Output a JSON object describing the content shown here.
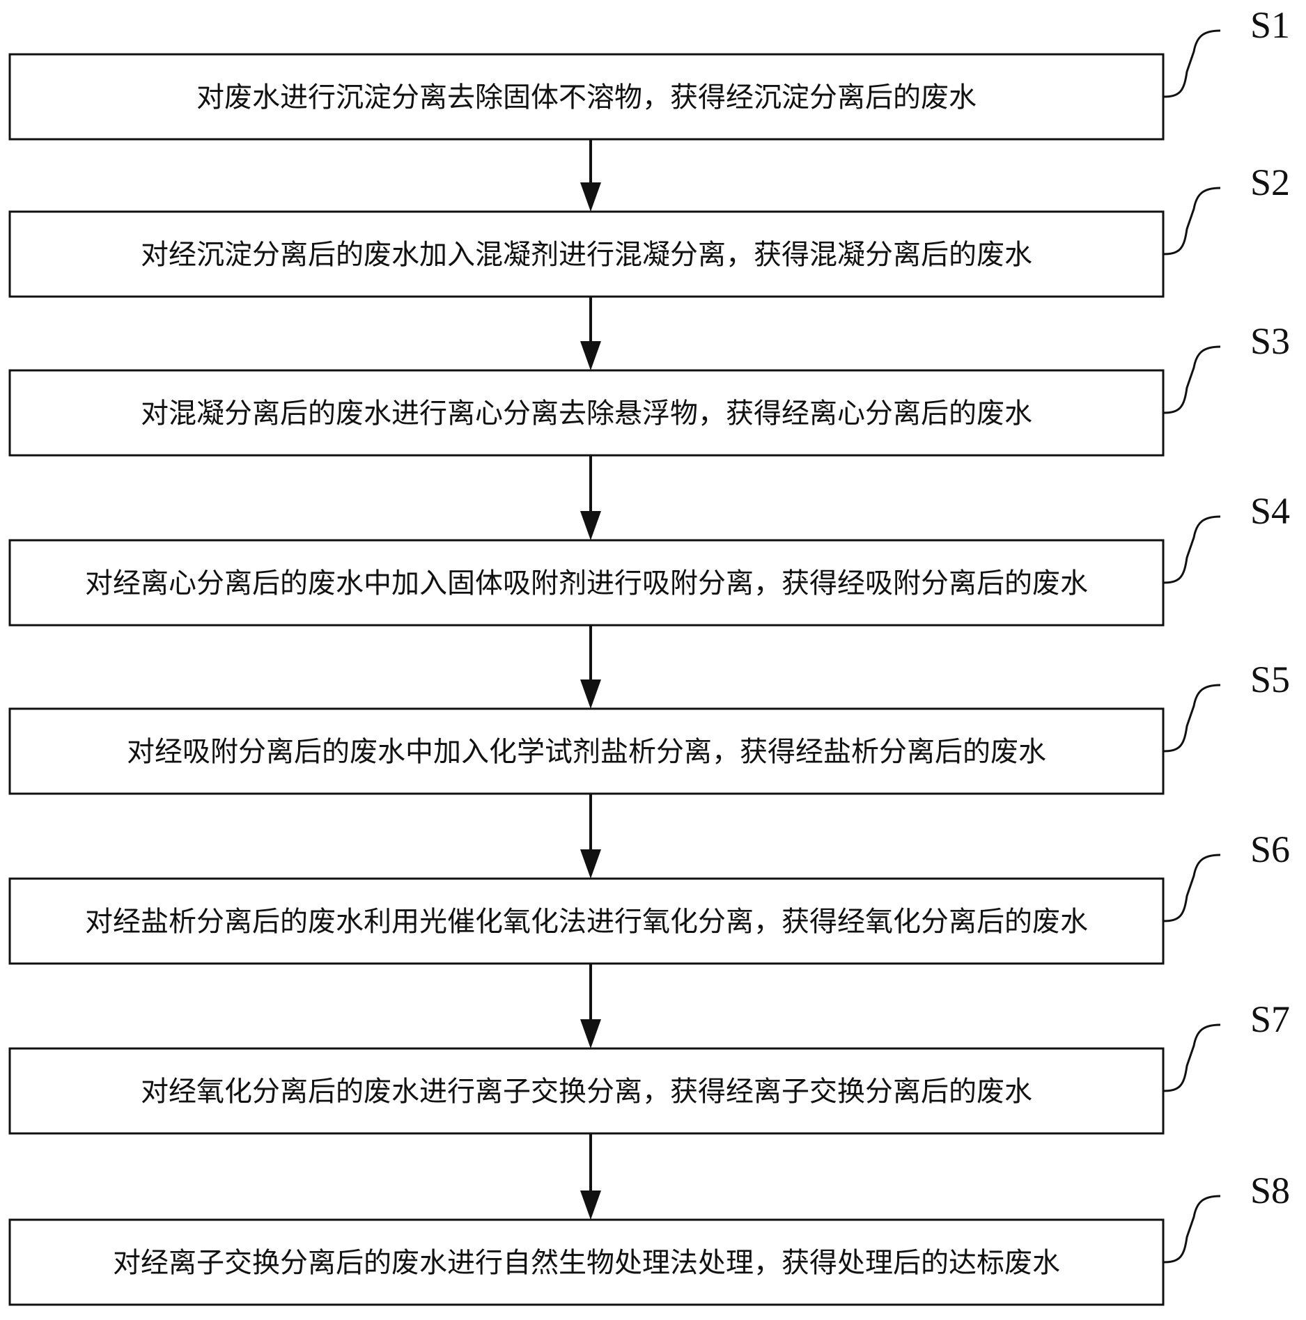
{
  "flowchart": {
    "steps": [
      {
        "label": "S1",
        "text": "对废水进行沉淀分离去除固体不溶物，获得经沉淀分离后的废水"
      },
      {
        "label": "S2",
        "text": "对经沉淀分离后的废水加入混凝剂进行混凝分离，获得混凝分离后的废水"
      },
      {
        "label": "S3",
        "text": "对混凝分离后的废水进行离心分离去除悬浮物，获得经离心分离后的废水"
      },
      {
        "label": "S4",
        "text": "对经离心分离后的废水中加入固体吸附剂进行吸附分离，获得经吸附分离后的废水"
      },
      {
        "label": "S5",
        "text": "对经吸附分离后的废水中加入化学试剂盐析分离，获得经盐析分离后的废水"
      },
      {
        "label": "S6",
        "text": "对经盐析分离后的废水利用光催化氧化法进行氧化分离，获得经氧化分离后的废水"
      },
      {
        "label": "S7",
        "text": "对经氧化分离后的废水进行离子交换分离，获得经离子交换分离后的废水"
      },
      {
        "label": "S8",
        "text": "对经离子交换分离后的废水进行自然生物处理法处理，获得处理后的达标废水"
      }
    ]
  }
}
